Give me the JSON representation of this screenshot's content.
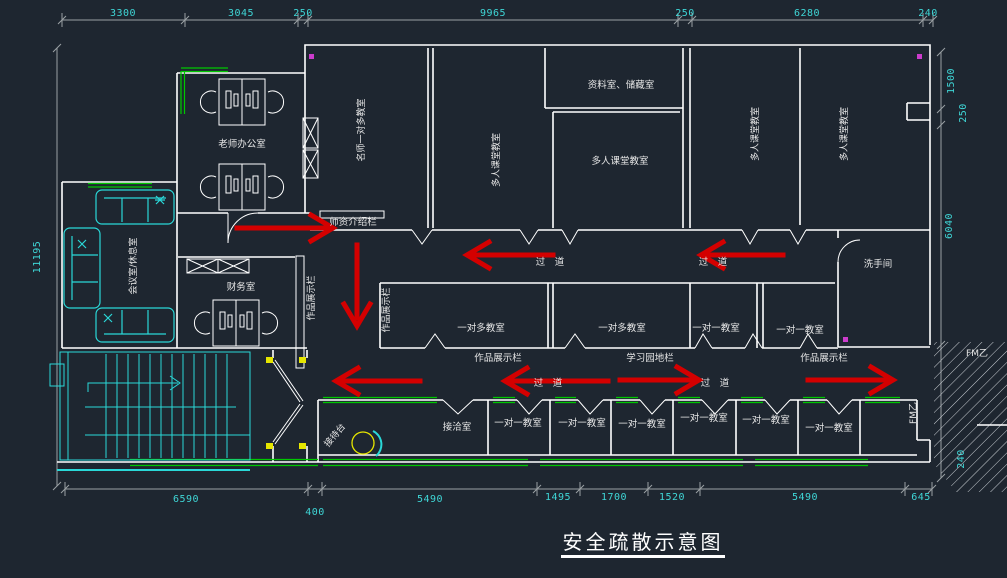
{
  "app": {
    "type": "cad-floor-plan",
    "background": "#1e2630"
  },
  "title": {
    "text": "安全疏散示意图"
  },
  "colors": {
    "wall": "#ffffff",
    "dimension": "#3fd6d6",
    "window_green": "#00c800",
    "furniture_cyan": "#2ad8d8",
    "arrow_red": "#d40000",
    "hatch": "#c8cdd2",
    "marker_magenta": "#cc3ccc",
    "marker_yellow": "#e6e600"
  },
  "dims": {
    "top": [
      "3300",
      "3045",
      "250",
      "9965",
      "250",
      "6280",
      "240"
    ],
    "bottom": [
      "6590",
      "400",
      "5490",
      "1495",
      "1700",
      "1520",
      "5490",
      "645"
    ],
    "left": [
      "11195"
    ],
    "right": [
      "1500",
      "250",
      "6040",
      "240"
    ]
  },
  "rooms": {
    "teacher_office": "老师办公室",
    "meeting_lounge": "会议室/休息室",
    "finance_office": "财务室",
    "master_one_to_many": "名师一对多教室",
    "multi_classroom": "多人课堂教室",
    "archive_storage": "资料室、储藏室",
    "washroom": "洗手间",
    "one_to_many": "一对多教室",
    "one_to_one": "一对一教室",
    "reception_room": "接洽室",
    "reception_desk": "接待台"
  },
  "annotations": {
    "teacher_intro_board": "师资介绍栏",
    "works_display_board": "作品展示栏",
    "study_corner_board": "学习园地栏",
    "corridor": "过　道",
    "fire_door": "FM乙"
  }
}
